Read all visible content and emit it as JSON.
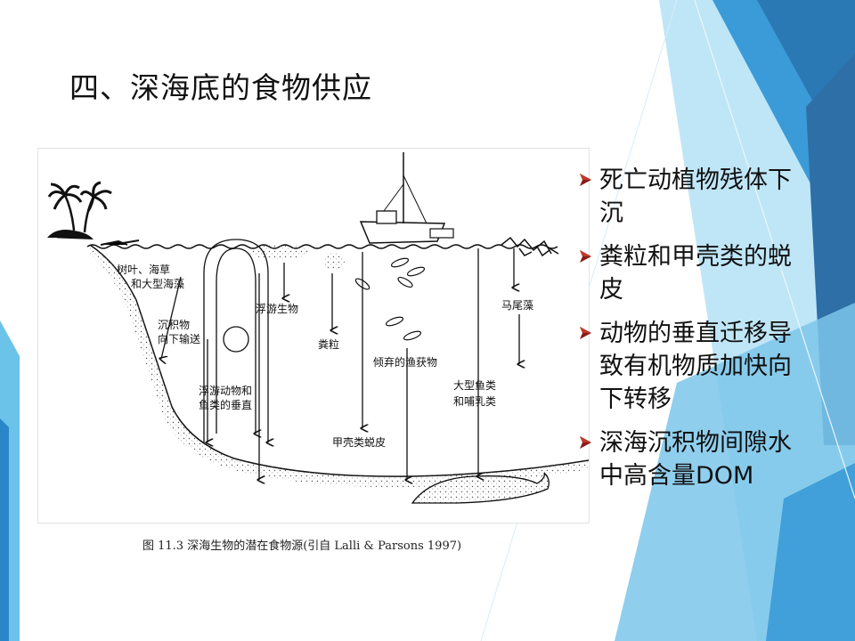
{
  "slide": {
    "title": "四、深海底的食物供应",
    "colors": {
      "accent_dark": "#1f6fa8",
      "accent_mid": "#3fa0dd",
      "accent_light": "#8fd0f1",
      "bullet_mark": "#8b1a1a"
    }
  },
  "figure": {
    "caption": "图 11.3    深海生物的潜在食物源(引自 Lalli & Parsons 1997)",
    "labels": {
      "leaves": "树叶、海草",
      "seaweed": "和大型海藻",
      "sediment_1": "沉积物",
      "sediment_2": "向下输送",
      "vertical_1": "浮游动物和",
      "vertical_2": "鱼类的垂直",
      "plankton": "浮游生物",
      "fecal": "粪粒",
      "molts": "甲壳类蜕皮",
      "discards": "倾弃的渔获物",
      "big_1": "大型鱼类",
      "big_2": "和哺乳类",
      "sargassum": "马尾藻"
    }
  },
  "bullets": [
    {
      "icon": "triangle-bullet-icon",
      "text": "死亡动植物残体下沉"
    },
    {
      "icon": "triangle-bullet-icon",
      "text": "粪粒和甲壳类的蜕皮"
    },
    {
      "icon": "triangle-bullet-icon",
      "text": "动物的垂直迁移导致有机物质加快向下转移"
    },
    {
      "icon": "triangle-bullet-icon",
      "text": "深海沉积物间隙水中高含量DOM"
    }
  ]
}
